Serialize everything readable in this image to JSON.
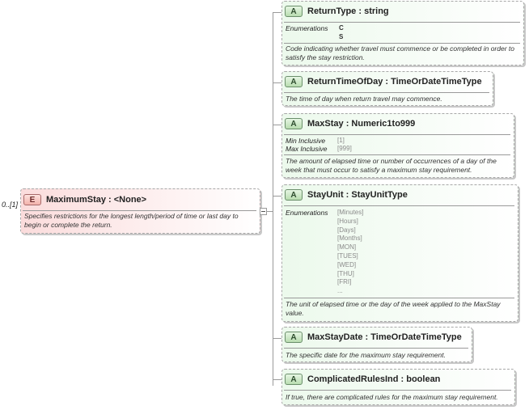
{
  "element": {
    "badge": "E",
    "title": "MaximumStay : <None>",
    "cardinality": "0..[1]",
    "description": "Specifies restrictions for the  longest length/period of time or last day to begin or complete the return."
  },
  "attributes": [
    {
      "badge": "A",
      "title": "ReturnType : string",
      "enum_label": "Enumerations",
      "enum_values": [
        "C",
        "S"
      ],
      "description": "Code indicating whether travel must commence or be completed in order to satisfy the stay restriction."
    },
    {
      "badge": "A",
      "title": "ReturnTimeOfDay : TimeOrDateTimeType",
      "description": "The time of day when return travel may commence."
    },
    {
      "badge": "A",
      "title": "MaxStay : Numeric1to999",
      "min_label": "Min Inclusive",
      "min_value": "[1]",
      "max_label": "Max Inclusive",
      "max_value": "[999]",
      "description": "The amount of elapsed time or number of occurrences of a day of the week that must occur to satisfy a maximum stay requirement."
    },
    {
      "badge": "A",
      "title": "StayUnit : StayUnitType",
      "enum_label": "Enumerations",
      "enum_values": [
        "[Minutes]",
        "[Hours]",
        "[Days]",
        "[Months]",
        "[MON]",
        "[TUES]",
        "[WED]",
        "[THU]",
        "[FRI]",
        "..."
      ],
      "description": "The unit of elapsed time or the day of the week applied to the MaxStay value."
    },
    {
      "badge": "A",
      "title": "MaxStayDate : TimeOrDateTimeType",
      "description": "The specific date for the maximum stay requirement."
    },
    {
      "badge": "A",
      "title": "ComplicatedRulesInd : boolean",
      "description": "If true, there are complicated rules for the maximum stay requirement."
    }
  ]
}
